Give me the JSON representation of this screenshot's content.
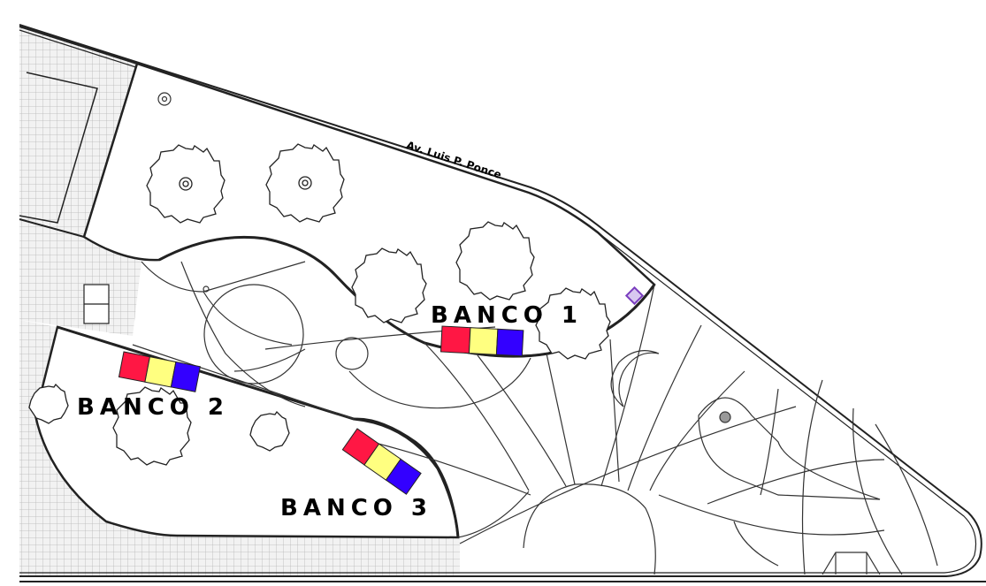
{
  "street_name": "Av. Luis P. Ponce",
  "benches": [
    {
      "label": "BANCO 1",
      "colors": [
        "#ff1744",
        "#ffff80",
        "#3300ff"
      ]
    },
    {
      "label": "BANCO 2",
      "colors": [
        "#ff1744",
        "#ffff80",
        "#3300ff"
      ]
    },
    {
      "label": "BANCO 3",
      "colors": [
        "#ff1744",
        "#ffff80",
        "#3300ff"
      ]
    }
  ],
  "colors": {
    "line": "#222222",
    "paving": "#cccccc",
    "marker": "#7b3fbf"
  }
}
